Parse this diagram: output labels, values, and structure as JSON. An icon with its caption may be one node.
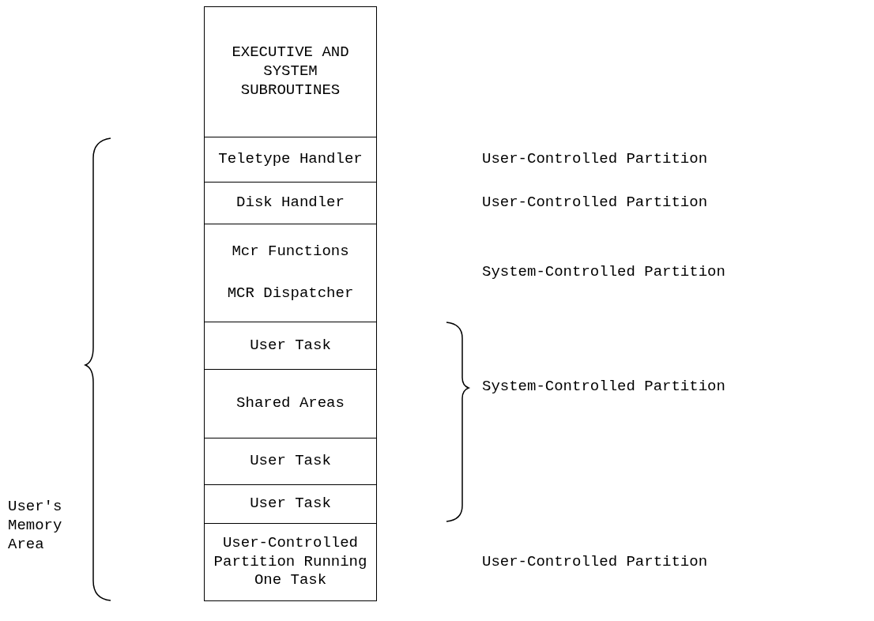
{
  "diagram": {
    "nodes": [
      {
        "text": [
          "EXECUTIVE AND SYSTEM SUBROUTINES"
        ]
      },
      {
        "text": [
          "Teletype Handler"
        ]
      },
      {
        "text": [
          "Disk Handler"
        ]
      },
      {
        "text": [
          "Mcr Functions",
          "MCR Dispatcher"
        ]
      },
      {
        "text": [
          "User Task"
        ]
      },
      {
        "text": [
          "Shared Areas"
        ]
      },
      {
        "text": [
          "User Task"
        ]
      },
      {
        "text": [
          "User Task"
        ]
      },
      {
        "text": [
          "User-Controlled Partition Running One Task"
        ]
      }
    ],
    "edges": [],
    "labels": [
      "User-Controlled Partition",
      "User-Controlled Partition",
      "System-Controlled Partition",
      "System-Controlled Partition",
      "User's Memory Area",
      "User-Controlled Partition"
    ]
  }
}
